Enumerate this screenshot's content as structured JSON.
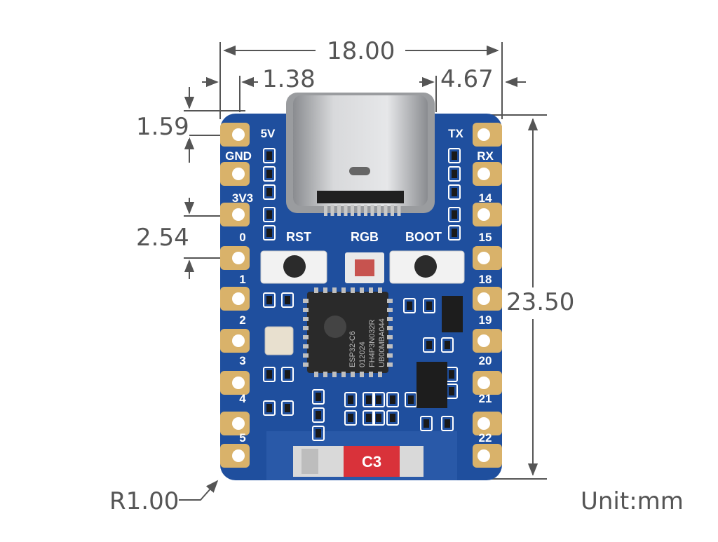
{
  "dimensions": {
    "width": "18.00",
    "left_offset": "1.38",
    "right_offset": "4.67",
    "top_margin": "1.59",
    "pin_pitch": "2.54",
    "height": "23.50",
    "corner_radius": "R1.00",
    "unit": "Unit:mm"
  },
  "board": {
    "left_pins": [
      "5V",
      "GND",
      "3V3",
      "0",
      "1",
      "2",
      "3",
      "4",
      "5"
    ],
    "right_pins": [
      "TX",
      "RX",
      "14",
      "15",
      "18",
      "19",
      "20",
      "21",
      "22"
    ],
    "buttons": {
      "reset": "RST",
      "led": "RGB",
      "boot": "BOOT"
    },
    "chip_lines": [
      "ESP32-C6",
      "012024",
      "FH4P3N032R",
      "UB00MBA044"
    ],
    "antenna_label": "C3",
    "colors": {
      "pcb": "#1f4f9e",
      "gold": "#d9b26a",
      "chip": "#2a2a2a",
      "antenna": "#d9323a"
    }
  }
}
